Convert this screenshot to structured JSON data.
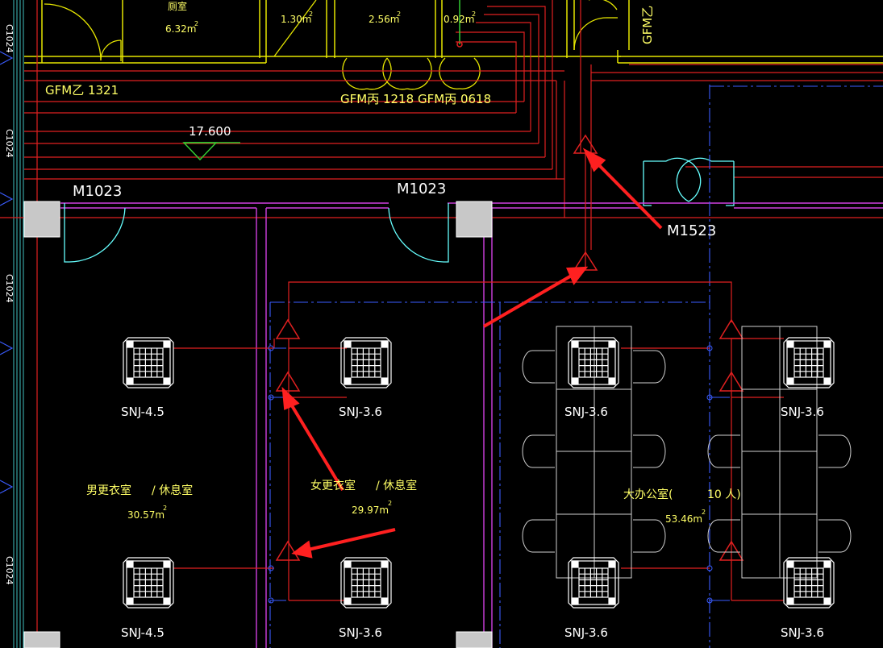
{
  "colors": {
    "background": "#000000",
    "wall_red": "#ff1a1a",
    "duct_red": "#e02020",
    "partition_magenta": "#d040e0",
    "axis_blue": "#3a5cff",
    "text_yellow": "#ffff66",
    "text_white": "#ffffff",
    "door_cyan": "#66ffff",
    "door_yellow": "#e6e600",
    "furniture_gray": "#cfcfcf",
    "column_gray": "#c8c8c8",
    "annotation_arrow": "#ff2020",
    "green_line": "#33cc33"
  },
  "top_rooms": {
    "room_a": {
      "name": "厕室",
      "area": "6.32m",
      "sup": "2"
    },
    "room_b": {
      "area": "1.30m",
      "sup": "2"
    },
    "room_c": {
      "area": "2.56m",
      "sup": "2"
    },
    "room_d": {
      "area": "0.92m",
      "sup": "2"
    }
  },
  "fire_doors": {
    "gfm_yi_1321": "GFM乙 1321",
    "gfm_bing_1218": "GFM丙 1218",
    "gfm_bing_0618": "GFM丙 0618",
    "gfm_yi_vertical": "GFM乙"
  },
  "elevation_mark": "17.600",
  "doors": {
    "m1023_left": "M1023",
    "m1023_right": "M1023",
    "m1523": "M1523"
  },
  "rooms": {
    "mens_locker": {
      "name": "男更衣室",
      "suffix": "/ 休息室",
      "area": "30.57m",
      "sup": "2"
    },
    "womens_locker": {
      "name": "女更衣室",
      "suffix": "/ 休息室",
      "area": "29.97m",
      "sup": "2"
    },
    "office": {
      "name": "大办公室(",
      "count": "10 人)",
      "area": "53.46m",
      "sup": "2"
    }
  },
  "units": {
    "u1": "SNJ-4.5",
    "u2": "SNJ-3.6",
    "u3": "SNJ-3.6",
    "u4": "SNJ-3.6",
    "u5": "SNJ-4.5",
    "u6": "SNJ-3.6",
    "u7": "SNJ-3.6",
    "u8": "SNJ-3.6"
  },
  "left_axis_labels": [
    "C1024",
    "C1024",
    "C1024",
    "C1024"
  ]
}
